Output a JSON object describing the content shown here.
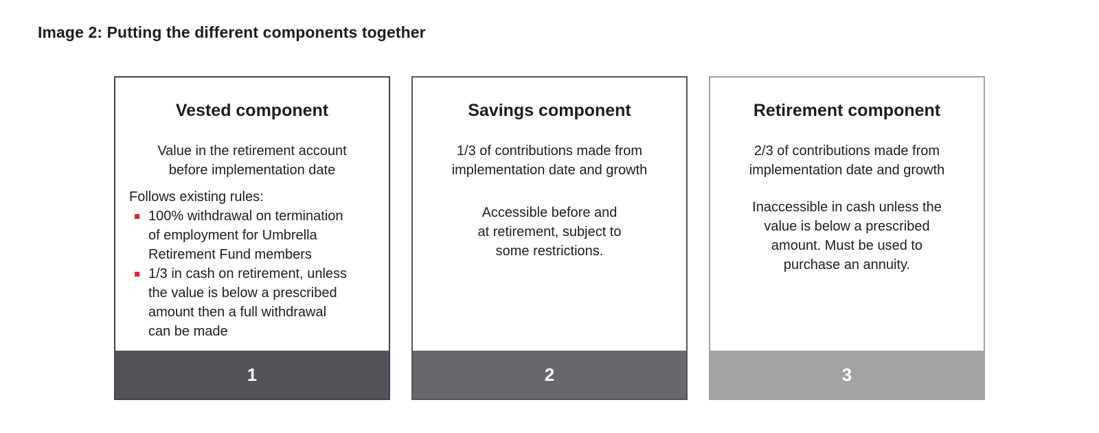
{
  "page": {
    "title": "Image 2: Putting the different components together"
  },
  "colors": {
    "text": "#1d1d1f",
    "bullet_red": "#e32430",
    "footer_text": "#ffffff",
    "card1_border": "#404247",
    "card1_footer_bg": "#515358",
    "card2_border": "#54565a",
    "card2_footer_bg": "#67686c",
    "card3_border": "#9fa1a4",
    "card3_footer_bg": "#a1a3a5"
  },
  "cards": [
    {
      "title": "Vested component",
      "intro": "Value in the retirement account\nbefore implementation date",
      "rules_heading": "Follows existing rules:",
      "bullets": [
        "100% withdrawal on termination\nof employment for Umbrella\nRetirement Fund members",
        "1/3 in cash on retirement, unless\nthe value is below a prescribed\namount then a full withdrawal\ncan be made"
      ],
      "number": "1",
      "border_color": "#404247",
      "footer_bg": "#515358"
    },
    {
      "title": "Savings component",
      "intro": "1/3 of contributions made from\nimplementation date and growth",
      "body": "Accessible before and\nat retirement, subject to\nsome restrictions.",
      "number": "2",
      "border_color": "#54565a",
      "footer_bg": "#67686c"
    },
    {
      "title": "Retirement component",
      "intro": "2/3 of contributions made from\nimplementation date and growth",
      "body": "Inaccessible in cash unless the\nvalue is below a prescribed\namount. Must be used to\npurchase an annuity.",
      "number": "3",
      "border_color": "#9fa1a4",
      "footer_bg": "#a1a3a5"
    }
  ]
}
